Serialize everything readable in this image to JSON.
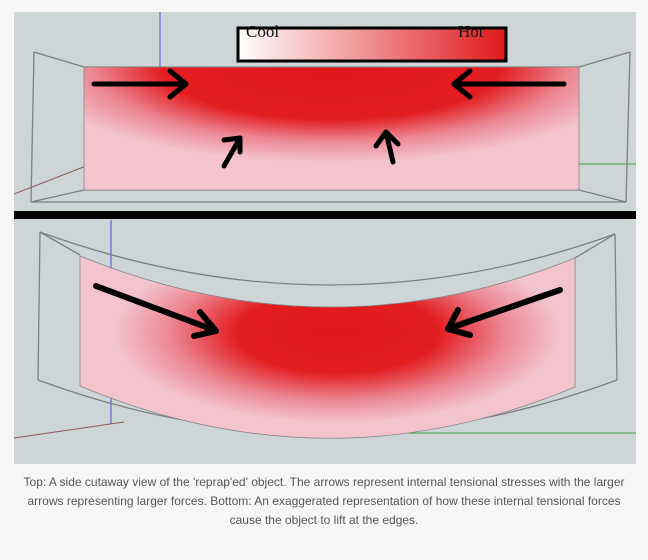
{
  "legend": {
    "cool_label": "Cool",
    "hot_label": "Hot",
    "cool_color": "#ffffff",
    "hot_color": "#e0191b"
  },
  "panels": {
    "top": {
      "arrows": [
        "right",
        "left",
        "up-right",
        "up-left"
      ]
    },
    "bottom": {
      "arrows": [
        "down-right",
        "down-left"
      ]
    }
  },
  "colors": {
    "background": "#ced5d6",
    "cool_fill": "#f3c4ce",
    "hot_fill": "#e0191b",
    "divider": "#000000"
  },
  "caption": "Top: A side cutaway view of the 'reprap'ed' object. The arrows represent internal tensional stresses with the larger arrows representing larger forces. Bottom: An exaggerated representation of how these internal tensional forces cause the object to lift at the edges."
}
